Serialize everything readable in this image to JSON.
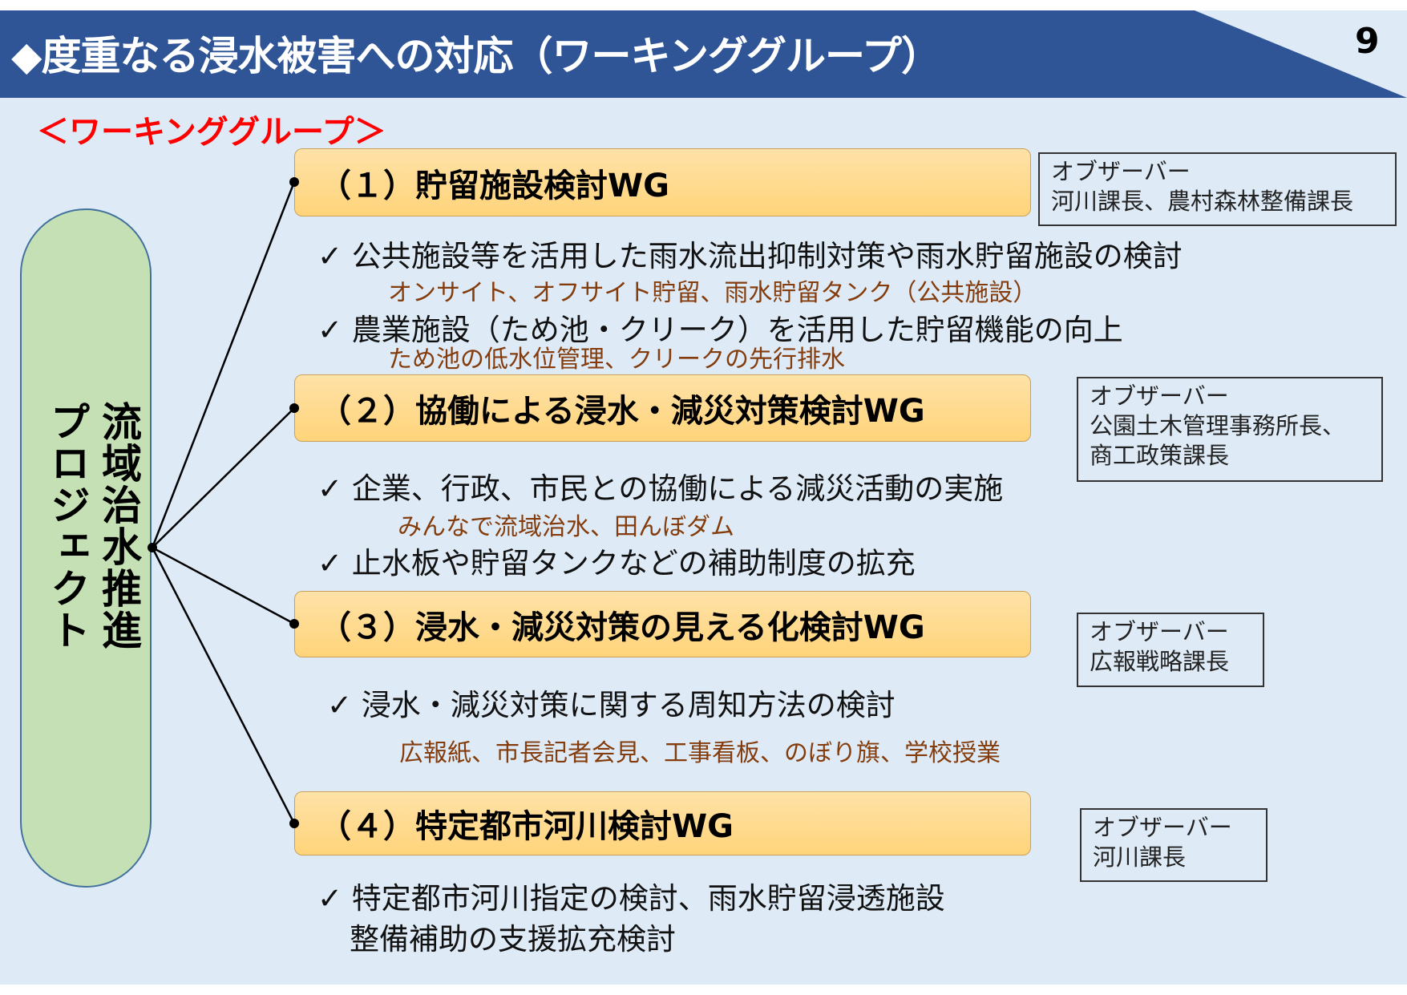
{
  "header": {
    "title": "◆度重なる浸水被害への対応（ワーキンググループ）",
    "page_number": "9"
  },
  "subtitle": "＜ワーキンググループ＞",
  "project": {
    "col1": "流域治水推進",
    "col2": "プロジェクト"
  },
  "colors": {
    "header": "#2F5597",
    "background": "#DEEBF7",
    "accent_red": "#FF0000",
    "sub_text": "#843C0C",
    "pill": "#C5E0B4",
    "wg_box": "#FFD47A"
  },
  "groups": [
    {
      "title": "（１）貯留施設検討WG",
      "observer_label": "オブザーバー",
      "observer": [
        "河川課長、農村森林整備課長"
      ],
      "items": [
        {
          "text": "✓ 公共施設等を活用した雨水流出抑制対策や雨水貯留施設の検討",
          "sub": "オンサイト、オフサイト貯留、雨水貯留タンク（公共施設）"
        },
        {
          "text": "✓ 農業施設（ため池・クリーク）を活用した貯留機能の向上",
          "sub": "ため池の低水位管理、クリークの先行排水"
        }
      ]
    },
    {
      "title": "（２）協働による浸水・減災対策検討WG",
      "observer_label": "オブザーバー",
      "observer": [
        "公園土木管理事務所長、",
        "商工政策課長"
      ],
      "items": [
        {
          "text": "✓ 企業、行政、市民との協働による減災活動の実施",
          "sub": "みんなで流域治水、田んぼダム"
        },
        {
          "text": "✓ 止水板や貯留タンクなどの補助制度の拡充"
        }
      ]
    },
    {
      "title": "（３）浸水・減災対策の見える化検討WG",
      "observer_label": "オブザーバー",
      "observer": [
        "広報戦略課長"
      ],
      "items": [
        {
          "text": "✓ 浸水・減災対策に関する周知方法の検討",
          "sub": "広報紙、市長記者会見、工事看板、のぼり旗、学校授業"
        }
      ]
    },
    {
      "title": "（４）特定都市河川検討WG",
      "observer_label": "オブザーバー",
      "observer": [
        "河川課長"
      ],
      "items": [
        {
          "text": "✓ 特定都市河川指定の検討、雨水貯留浸透施設",
          "cont": "整備補助の支援拡充検討"
        }
      ]
    }
  ]
}
